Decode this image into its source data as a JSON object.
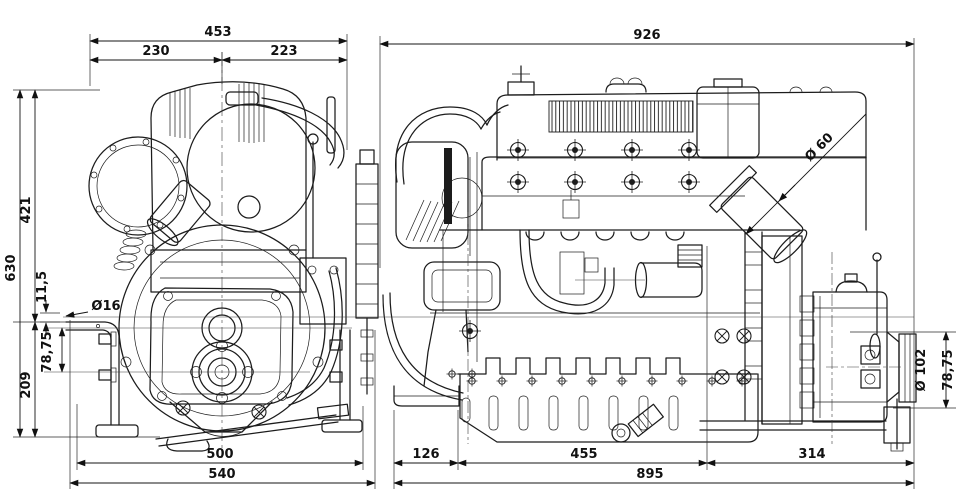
{
  "page": {
    "background": "#ffffff",
    "line_color": "#1c1c1c"
  },
  "views": {
    "front": {
      "label": "front-transverse-view"
    },
    "side": {
      "label": "side-longitudinal-view"
    }
  },
  "dimensions": {
    "front": {
      "overall_width": "453",
      "width_left": "230",
      "width_right": "223",
      "overall_height": "630",
      "height_upper": "421",
      "height_lower": "209",
      "mount_offset": "11,5",
      "shaft_drop": "78,75",
      "mount_hole": "Ø16",
      "foot_span": "500",
      "overall_width_bottom": "540"
    },
    "side": {
      "overall_length": "926",
      "front_overhang": "126",
      "mount_span": "455",
      "rear_overhang": "314",
      "mount_total": "895",
      "exhaust_diameter": "Ø 60",
      "output_drop": "78,75",
      "output_flange_diameter": "Ø 102"
    }
  }
}
